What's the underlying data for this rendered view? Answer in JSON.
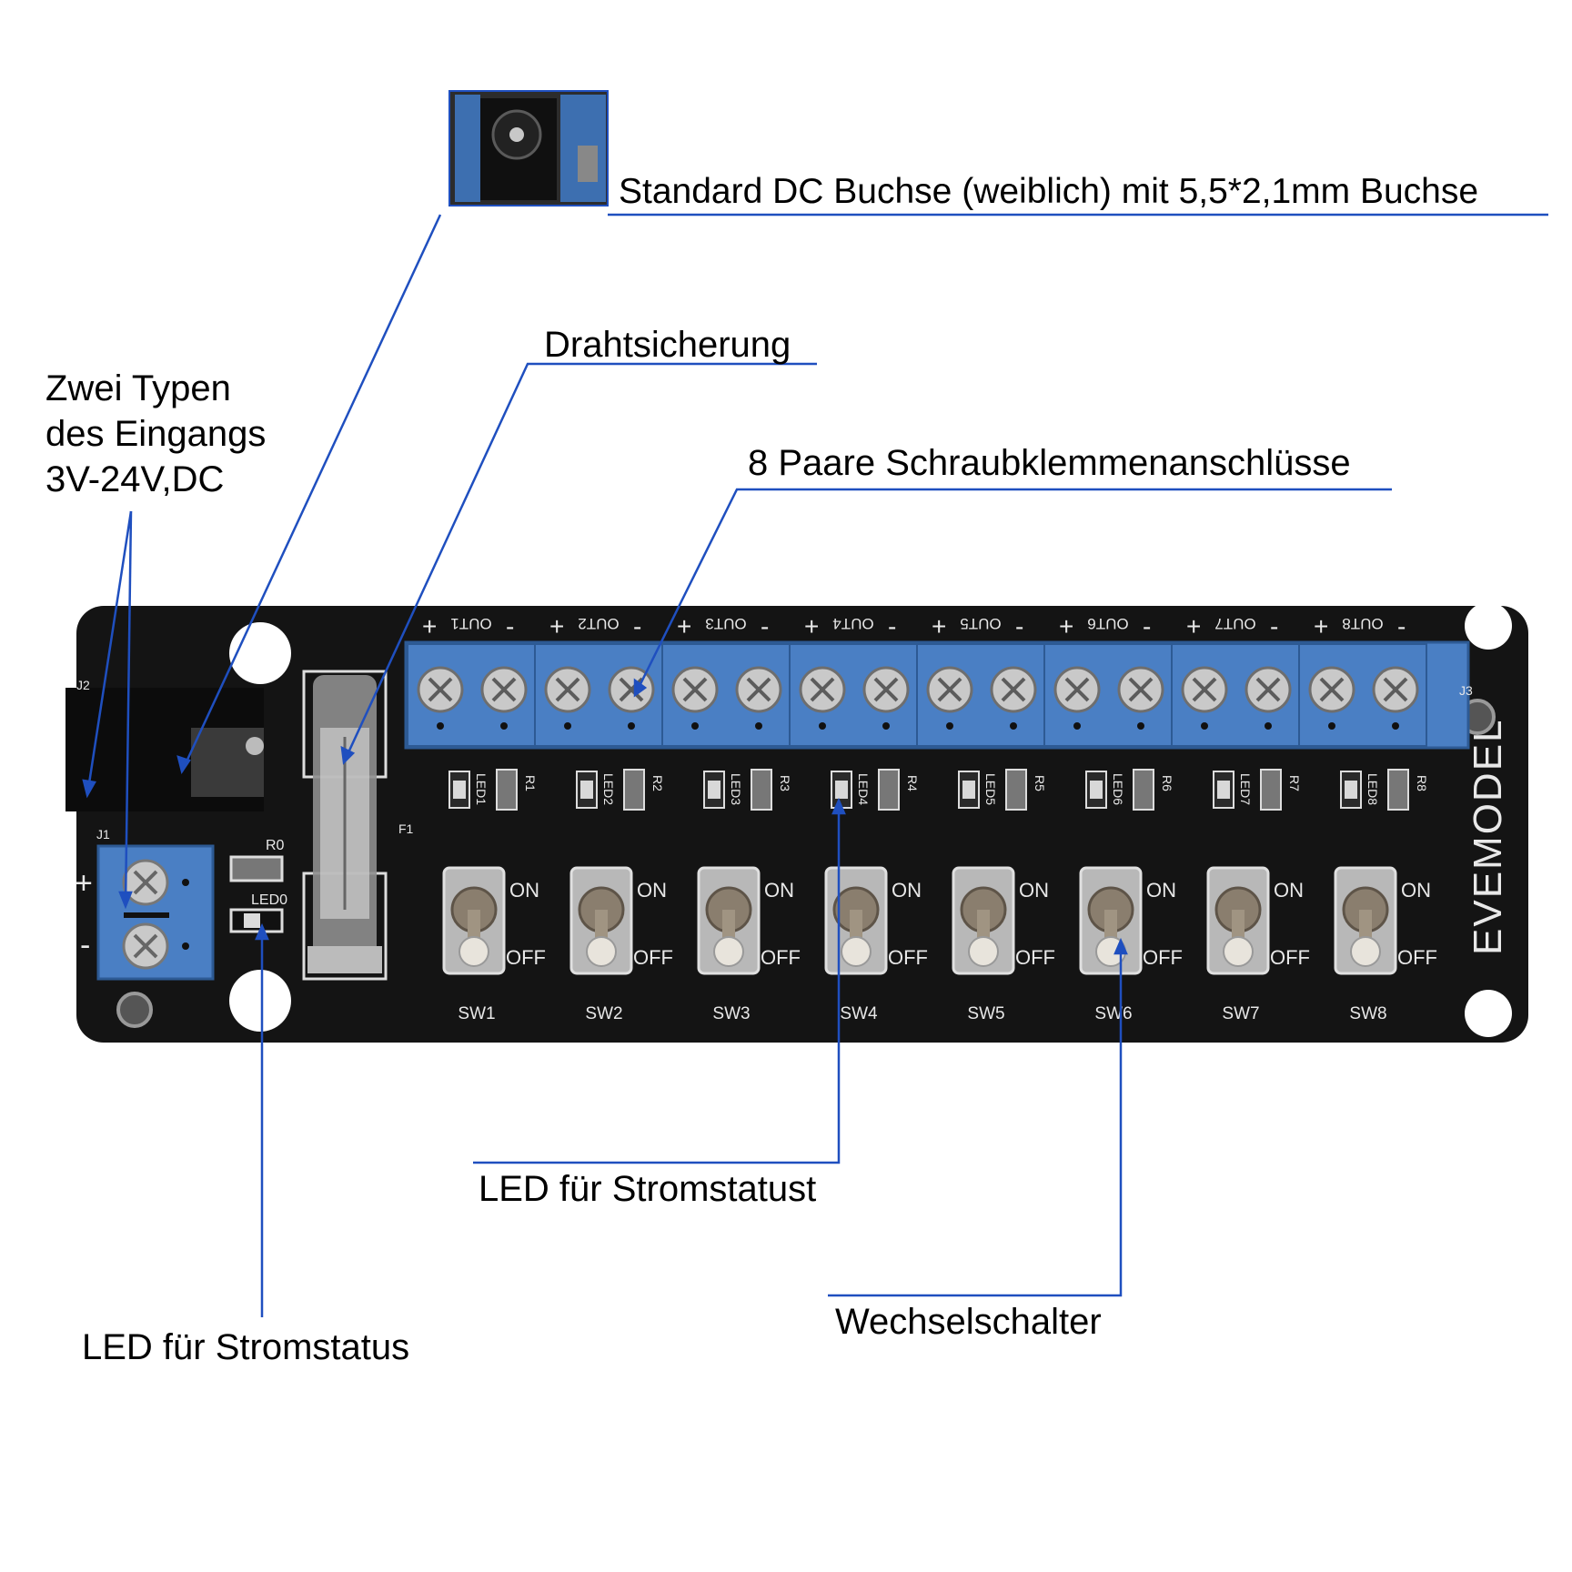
{
  "colors": {
    "leader": "#1f4fbf",
    "board": "#141414",
    "terminal": "#4a7fc4",
    "metal": "#c9c9c9"
  },
  "callouts": {
    "dc_jack": "Standard DC Buchse (weiblich) mit 5,5*2,1mm Buchse",
    "fuse": "Drahtsicherung",
    "input_line1": "Zwei Typen",
    "input_line2": "des Eingangs",
    "input_line3": "3V-24V,DC",
    "terminals": "8 Paare Schraubklemmenanschlüsse",
    "led_output": "LED für Stromstatust",
    "toggle": "Wechselschalter",
    "led_power": "LED für Stromstatus"
  },
  "board": {
    "brand": "EVEMODEL",
    "j1": "J1",
    "j2": "J2",
    "j3": "J3",
    "f1": "F1",
    "r0": "R0",
    "led0": "LED0",
    "plus": "+",
    "minus": "-",
    "on": "ON",
    "off": "OFF",
    "outputs": [
      {
        "out": "OUT1",
        "led": "LED1",
        "r": "R1",
        "sw": "SW1"
      },
      {
        "out": "OUT2",
        "led": "LED2",
        "r": "R2",
        "sw": "SW2"
      },
      {
        "out": "OUT3",
        "led": "LED3",
        "r": "R3",
        "sw": "SW3"
      },
      {
        "out": "OUT4",
        "led": "LED4",
        "r": "R4",
        "sw": "SW4"
      },
      {
        "out": "OUT5",
        "led": "LED5",
        "r": "R5",
        "sw": "SW5"
      },
      {
        "out": "OUT6",
        "led": "LED6",
        "r": "R6",
        "sw": "SW6"
      },
      {
        "out": "OUT7",
        "led": "LED7",
        "r": "R7",
        "sw": "SW7"
      },
      {
        "out": "OUT8",
        "led": "LED8",
        "r": "R8",
        "sw": "SW8"
      }
    ]
  }
}
